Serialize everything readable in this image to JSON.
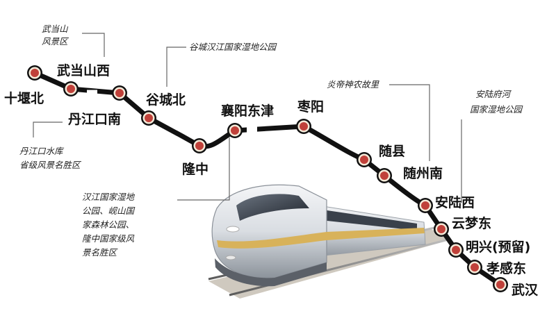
{
  "route_color": "#111111",
  "station_fill": "#c0413a",
  "station_ring": "#f4ead8",
  "stations": [
    {
      "name": "十堰北"
    },
    {
      "name": "武当山西"
    },
    {
      "name": "丹江口南"
    },
    {
      "name": "谷城北"
    },
    {
      "name": "隆中"
    },
    {
      "name": "襄阳东津"
    },
    {
      "name": "枣阳"
    },
    {
      "name": "随县"
    },
    {
      "name": "随州南"
    },
    {
      "name": "安陆西"
    },
    {
      "name": "云梦东"
    },
    {
      "name": "明兴(预留)"
    },
    {
      "name": "孝感东"
    },
    {
      "name": "武汉"
    }
  ],
  "callouts": {
    "wudang": [
      "武当山",
      "风景区"
    ],
    "gucheng": [
      "谷城汉江国家湿地公园"
    ],
    "danjiangkou": [
      "丹江口水库",
      "省级风景名胜区"
    ],
    "longzhong": [
      "汉江国家湿地",
      "公园、岘山国",
      "家森林公园、",
      "隆中国家级风",
      "景名胜区"
    ],
    "suizhou": [
      "炎帝神农故里"
    ],
    "anlu": [
      "安陆府河",
      "国家湿地公园"
    ]
  }
}
